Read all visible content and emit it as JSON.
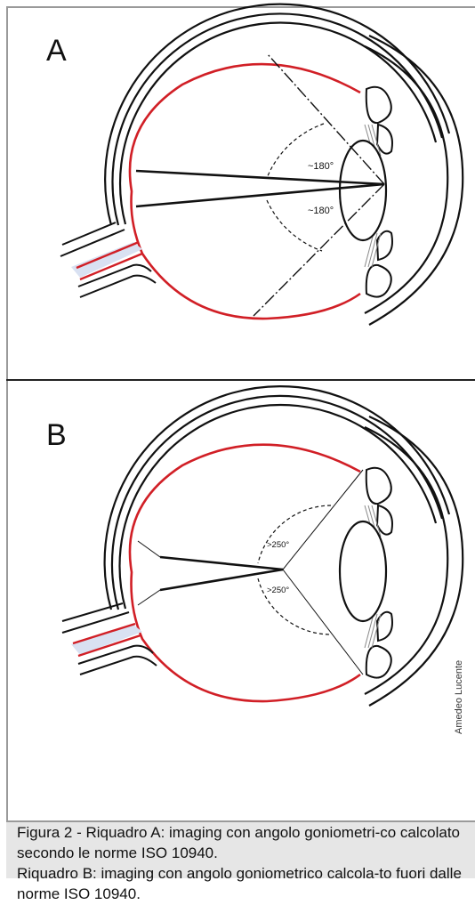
{
  "panels": [
    {
      "label": "A",
      "angle_upper": "~180°",
      "angle_lower": "~180°"
    },
    {
      "label": "B",
      "angle_upper": ">250°",
      "angle_lower": ">250°"
    }
  ],
  "credit": "Amedeo Lucente",
  "caption": {
    "line_a": "Figura 2 - Riquadro A: imaging con angolo goniometri-co calcolato secondo le norme ISO 10940.",
    "line_b": "Riquadro B: imaging con angolo goniometrico calcola-to fuori dalle norme ISO 10940."
  },
  "colors": {
    "retina": "#d11f26",
    "outline": "#111111",
    "optic_nerve_fill": "#d9e1f2",
    "caption_bg": "#e6e6e6"
  }
}
